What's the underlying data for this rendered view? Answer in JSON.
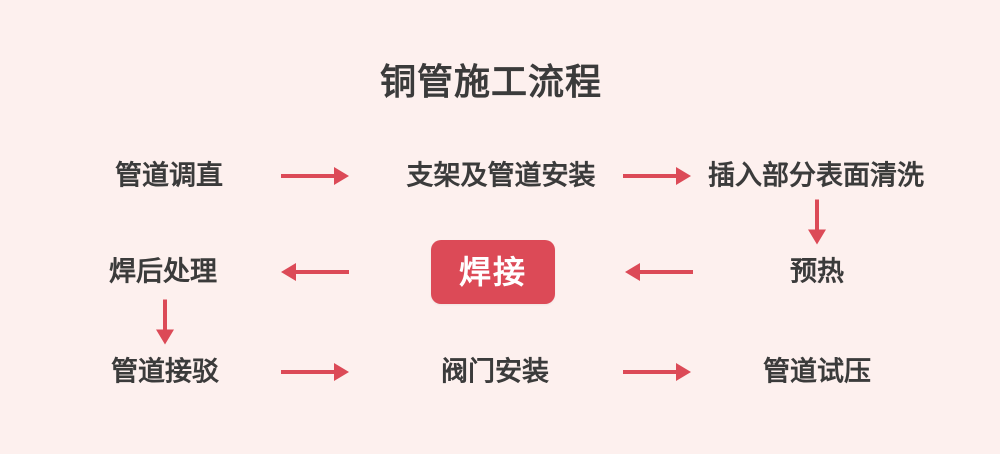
{
  "colors": {
    "background": "#fdf0ee",
    "accent": "#dc4a57",
    "text": "#3b3b3b",
    "box_text": "#ffffff"
  },
  "flowchart": {
    "title": "铜管施工流程",
    "rows": [
      {
        "items": [
          "管道调直",
          "支架及管道安装",
          "插入部分表面清洗"
        ]
      },
      {
        "items": [
          "焊后处理",
          "焊接",
          "预热"
        ]
      },
      {
        "items": [
          "管道接驳",
          "阀门安装",
          "管道试压"
        ]
      }
    ],
    "highlighted_step": "焊接",
    "connections": [
      {
        "from": "管道调直",
        "to": "支架及管道安装",
        "direction": "right"
      },
      {
        "from": "支架及管道安装",
        "to": "插入部分表面清洗",
        "direction": "right"
      },
      {
        "from": "插入部分表面清洗",
        "to": "预热",
        "direction": "down"
      },
      {
        "from": "预热",
        "to": "焊接",
        "direction": "left"
      },
      {
        "from": "焊接",
        "to": "焊后处理",
        "direction": "left"
      },
      {
        "from": "焊后处理",
        "to": "管道接驳",
        "direction": "down"
      },
      {
        "from": "管道接驳",
        "to": "阀门安装",
        "direction": "right"
      },
      {
        "from": "阀门安装",
        "to": "管道试压",
        "direction": "right"
      }
    ]
  }
}
